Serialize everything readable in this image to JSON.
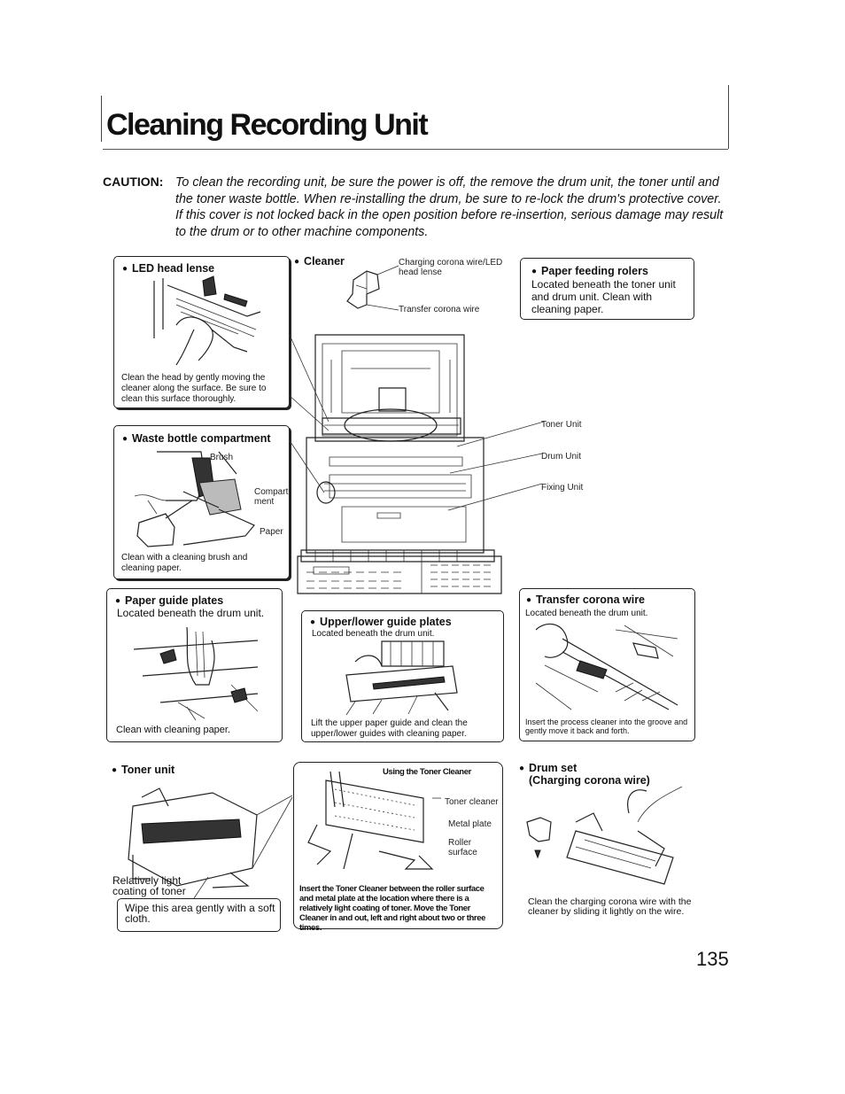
{
  "page": {
    "title": "Cleaning Recording Unit",
    "number": "135"
  },
  "caution": {
    "label": "CAUTION:",
    "text": "To clean the recording unit, be sure the power is off, the remove the drum unit, the toner until and the toner waste bottle. When re-installing the drum, be sure to re-lock the drum's protective cover. If this cover is not locked back in the open position before re-insertion, serious damage may result to the drum or to other machine components."
  },
  "led": {
    "heading": "LED head lense",
    "text": "Clean the head by gently moving the cleaner along the surface. Be sure to clean this surface thoroughly."
  },
  "cleaner": {
    "heading": "Cleaner",
    "label_top": "Charging corona wire/LED head lense",
    "label_bottom": "Transfer corona wire"
  },
  "rollers": {
    "heading": "Paper feeding rolers",
    "text": "Located beneath the toner unit and drum unit. Clean with cleaning paper."
  },
  "waste": {
    "heading": "Waste bottle compartment",
    "label_brush": "Brush",
    "label_compartment": "Compart- ment",
    "label_paper": "Paper",
    "text": "Clean with a cleaning brush and cleaning paper."
  },
  "machine": {
    "label_toner": "Toner Unit",
    "label_drum": "Drum Unit",
    "label_fixing": "Fixing Unit"
  },
  "paper_guide": {
    "heading": "Paper guide plates",
    "sub": "Located beneath the drum unit.",
    "text": "Clean with cleaning paper."
  },
  "upper_lower": {
    "heading": "Upper/lower guide plates",
    "sub": "Located beneath the drum unit.",
    "text": "Lift the upper paper guide and clean the upper/lower guides with cleaning paper."
  },
  "transfer": {
    "heading": "Transfer corona wire",
    "sub": "Located beneath the drum unit.",
    "text": "Insert the process cleaner into the groove and gently move it back and forth."
  },
  "toner_unit": {
    "heading": "Toner unit",
    "label": "Relatively light coating of toner",
    "text": "Wipe this area gently with a soft cloth."
  },
  "toner_cleaner": {
    "title": "Using the Toner Cleaner",
    "label_cleaner": "Toner cleaner",
    "label_plate": "Metal plate",
    "label_roller": "Roller surface",
    "text": "Insert the Toner Cleaner between the roller surface and metal plate at the location where there is a relatively light coating of toner. Move the Toner Cleaner in and out, left and right about two or three times."
  },
  "drum_set": {
    "heading_1": "Drum set",
    "heading_2": "(Charging corona wire)",
    "text": "Clean the charging corona wire with the cleaner by sliding it lightly on the wire."
  }
}
